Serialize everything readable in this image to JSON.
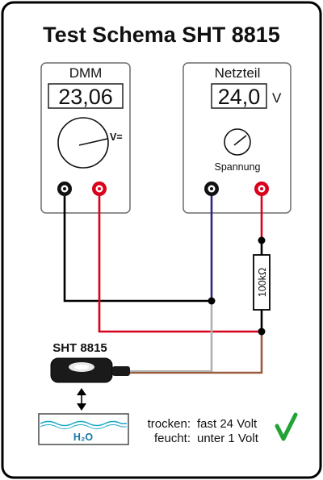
{
  "title": "Test Schema SHT 8815",
  "dmm": {
    "label": "DMM",
    "reading": "23,06",
    "dial_mark": "V="
  },
  "psu": {
    "label": "Netzteil",
    "reading": "24,0",
    "unit": "V",
    "knob_label": "Spannung"
  },
  "resistor_label": "100kΩ",
  "sensor": {
    "label": "SHT 8815"
  },
  "water_label": "H₂O",
  "results": [
    {
      "state": "trocken:",
      "value": "fast 24 Volt"
    },
    {
      "state": "feucht:",
      "value": "unter 1 Volt"
    }
  ],
  "check_mark": "✓",
  "colors": {
    "border": "#000000",
    "panel_border": "#6d6d6d",
    "wire_black": "#000000",
    "wire_red": "#d9001b",
    "wire_blue": "#2b2680",
    "wire_gray": "#b0b0b0",
    "wire_brown": "#9b5a3c",
    "terminal_red": "#d9001b",
    "water": "#18a6c8",
    "check": "#21a336"
  }
}
